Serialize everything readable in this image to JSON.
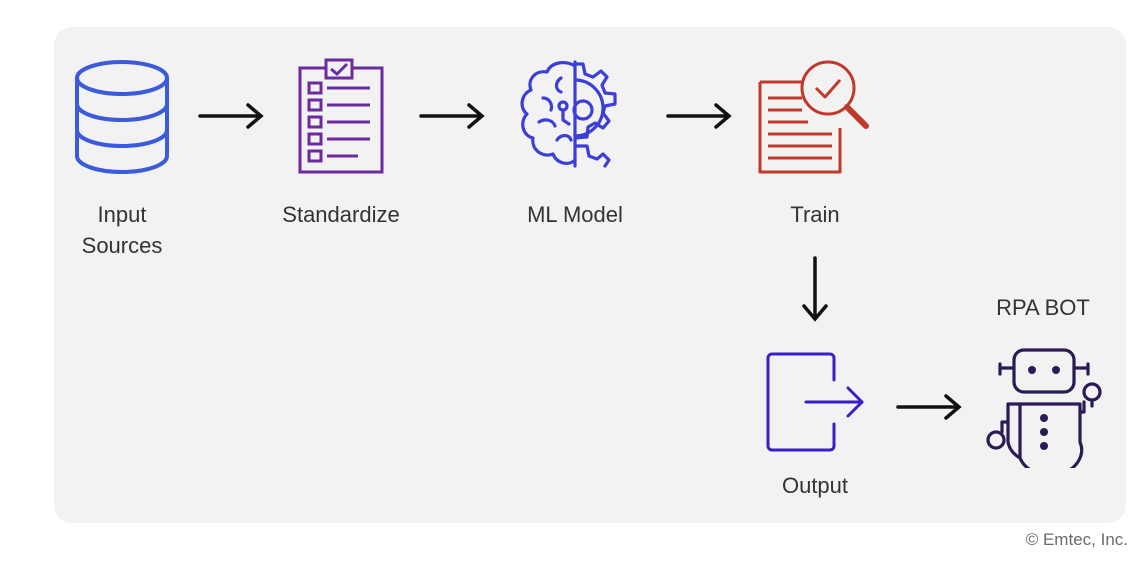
{
  "nodes": {
    "input_sources": {
      "line1": "Input",
      "line2": "Sources",
      "icon": "database-icon",
      "color": "#3b5bdb"
    },
    "standardize": {
      "label": "Standardize",
      "icon": "checklist-icon",
      "color": "#6a2aa0"
    },
    "ml_model": {
      "label": "ML Model",
      "icon": "brain-gear-icon",
      "color": "#3b3fd8"
    },
    "train": {
      "label": "Train",
      "icon": "document-search-icon",
      "color": "#c0392b"
    },
    "output": {
      "label": "Output",
      "icon": "export-icon",
      "color": "#3a1fc8"
    },
    "rpa_bot": {
      "label": "RPA BOT",
      "icon": "robot-icon",
      "color": "#2b1a55"
    }
  },
  "edges": [
    {
      "from": "Input Sources",
      "to": "Standardize"
    },
    {
      "from": "Standardize",
      "to": "ML Model"
    },
    {
      "from": "ML Model",
      "to": "Train"
    },
    {
      "from": "Train",
      "to": "Output"
    },
    {
      "from": "Output",
      "to": "RPA BOT"
    }
  ],
  "credit": "© Emtec, Inc."
}
